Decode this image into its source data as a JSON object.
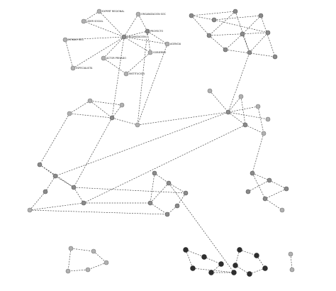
{
  "graph": {
    "nodes": [
      {
        "id": "n1",
        "label": "EXPERT REGIONAL",
        "shade": "light"
      },
      {
        "id": "n2",
        "label": "ORGANIZACION SOC",
        "shade": "light"
      },
      {
        "id": "n3",
        "label": "LIDER SOCIAL",
        "shade": "light"
      },
      {
        "id": "n4",
        "label": "ORGANIZACION",
        "shade": "mid"
      },
      {
        "id": "n5",
        "label": "PROYECTO",
        "shade": "mid"
      },
      {
        "id": "n6",
        "label": "ESTADO REG",
        "shade": "light"
      },
      {
        "id": "n7",
        "label": "GOBIERNO",
        "shade": "light"
      },
      {
        "id": "n8",
        "label": "ESPECIALISTA",
        "shade": "light"
      },
      {
        "id": "n9",
        "label": "ACTOR PRIVADO",
        "shade": "light"
      },
      {
        "id": "n10",
        "label": "INSTITUCION",
        "shade": "light"
      },
      {
        "id": "n11",
        "label": "AGENCIA",
        "shade": "light"
      },
      {
        "id": "n12",
        "label": "",
        "shade": "mid"
      },
      {
        "id": "n13",
        "label": "",
        "shade": "mid"
      },
      {
        "id": "n14",
        "label": "",
        "shade": "mid"
      },
      {
        "id": "n15",
        "label": "",
        "shade": "mid"
      },
      {
        "id": "n16",
        "label": "",
        "shade": "mid"
      },
      {
        "id": "n17",
        "label": "",
        "shade": "mid"
      },
      {
        "id": "n18",
        "label": "",
        "shade": "mid"
      },
      {
        "id": "n19",
        "label": "",
        "shade": "mid"
      },
      {
        "id": "n20",
        "label": "",
        "shade": "mid"
      },
      {
        "id": "n21",
        "label": "",
        "shade": "mid"
      },
      {
        "id": "n22",
        "label": "",
        "shade": "light"
      },
      {
        "id": "n23",
        "label": "",
        "shade": "light"
      },
      {
        "id": "n24",
        "label": "",
        "shade": "light"
      },
      {
        "id": "n25",
        "label": "",
        "shade": "mid"
      },
      {
        "id": "n26",
        "label": "",
        "shade": "light"
      },
      {
        "id": "n27",
        "label": "",
        "shade": "light"
      },
      {
        "id": "n28",
        "label": "",
        "shade": "light"
      },
      {
        "id": "n29",
        "label": "",
        "shade": "light"
      },
      {
        "id": "n30",
        "label": "",
        "shade": "mid"
      },
      {
        "id": "n31",
        "label": "",
        "shade": "light"
      },
      {
        "id": "n32",
        "label": "",
        "shade": "mid"
      },
      {
        "id": "n33",
        "label": "",
        "shade": "light"
      },
      {
        "id": "n34",
        "label": "",
        "shade": "mid"
      },
      {
        "id": "n35",
        "label": "",
        "shade": "mid"
      },
      {
        "id": "n36",
        "label": "",
        "shade": "mid"
      },
      {
        "id": "n37",
        "label": "",
        "shade": "mid"
      },
      {
        "id": "n38",
        "label": "",
        "shade": "mid"
      },
      {
        "id": "n39",
        "label": "",
        "shade": "light"
      },
      {
        "id": "n40",
        "label": "",
        "shade": "mid"
      },
      {
        "id": "n41",
        "label": "",
        "shade": "mid"
      },
      {
        "id": "n42",
        "label": "",
        "shade": "mid"
      },
      {
        "id": "n43",
        "label": "",
        "shade": "mid"
      },
      {
        "id": "n44",
        "label": "",
        "shade": "mid"
      },
      {
        "id": "n45",
        "label": "",
        "shade": "mid"
      },
      {
        "id": "n46",
        "label": "",
        "shade": "mid"
      },
      {
        "id": "n47",
        "label": "",
        "shade": "mid"
      },
      {
        "id": "n48",
        "label": "",
        "shade": "mid"
      },
      {
        "id": "n49",
        "label": "",
        "shade": "mid"
      },
      {
        "id": "n50",
        "label": "",
        "shade": "light"
      },
      {
        "id": "n51",
        "label": "",
        "shade": "mid"
      },
      {
        "id": "n52",
        "label": "",
        "shade": "light"
      },
      {
        "id": "n53",
        "label": "",
        "shade": "light"
      },
      {
        "id": "n54",
        "label": "",
        "shade": "light"
      },
      {
        "id": "n55",
        "label": "",
        "shade": "light"
      },
      {
        "id": "n56",
        "label": "",
        "shade": "light"
      },
      {
        "id": "n57",
        "label": "",
        "shade": "dark"
      },
      {
        "id": "n58",
        "label": "",
        "shade": "dark"
      },
      {
        "id": "n59",
        "label": "",
        "shade": "dark"
      },
      {
        "id": "n60",
        "label": "",
        "shade": "dark"
      },
      {
        "id": "n61",
        "label": "",
        "shade": "dark"
      },
      {
        "id": "n62",
        "label": "",
        "shade": "dark"
      },
      {
        "id": "n63",
        "label": "",
        "shade": "dark"
      },
      {
        "id": "n64",
        "label": "",
        "shade": "dark"
      },
      {
        "id": "n65",
        "label": "",
        "shade": "dark"
      },
      {
        "id": "n66",
        "label": "",
        "shade": "dark"
      },
      {
        "id": "n67",
        "label": "",
        "shade": "dark"
      },
      {
        "id": "n68",
        "label": "",
        "shade": "light"
      },
      {
        "id": "n69",
        "label": "",
        "shade": "light"
      }
    ],
    "edges": [
      [
        "n1",
        "n4"
      ],
      [
        "n2",
        "n4"
      ],
      [
        "n3",
        "n4"
      ],
      [
        "n4",
        "n5"
      ],
      [
        "n4",
        "n6"
      ],
      [
        "n4",
        "n7"
      ],
      [
        "n4",
        "n8"
      ],
      [
        "n5",
        "n7"
      ],
      [
        "n6",
        "n8"
      ],
      [
        "n4",
        "n9"
      ],
      [
        "n9",
        "n10"
      ],
      [
        "n4",
        "n11"
      ],
      [
        "n5",
        "n11"
      ],
      [
        "n1",
        "n3"
      ],
      [
        "n2",
        "n5"
      ],
      [
        "n7",
        "n10"
      ],
      [
        "n12",
        "n13"
      ],
      [
        "n12",
        "n14"
      ],
      [
        "n13",
        "n15"
      ],
      [
        "n14",
        "n16"
      ],
      [
        "n15",
        "n17"
      ],
      [
        "n16",
        "n18"
      ],
      [
        "n17",
        "n19"
      ],
      [
        "n18",
        "n20"
      ],
      [
        "n19",
        "n21"
      ],
      [
        "n12",
        "n16"
      ],
      [
        "n13",
        "n18"
      ],
      [
        "n14",
        "n20"
      ],
      [
        "n15",
        "n21"
      ],
      [
        "n17",
        "n20"
      ],
      [
        "n16",
        "n19"
      ],
      [
        "n22",
        "n23"
      ],
      [
        "n22",
        "n25"
      ],
      [
        "n23",
        "n25"
      ],
      [
        "n24",
        "n25"
      ],
      [
        "n25",
        "n26"
      ],
      [
        "n22",
        "n24"
      ],
      [
        "n4",
        "n25"
      ],
      [
        "n5",
        "n26"
      ],
      [
        "n11",
        "n26"
      ],
      [
        "n27",
        "n30"
      ],
      [
        "n28",
        "n30"
      ],
      [
        "n29",
        "n30"
      ],
      [
        "n30",
        "n31"
      ],
      [
        "n30",
        "n32"
      ],
      [
        "n32",
        "n33"
      ],
      [
        "n28",
        "n32"
      ],
      [
        "n29",
        "n33"
      ],
      [
        "n34",
        "n35"
      ],
      [
        "n35",
        "n36"
      ],
      [
        "n35",
        "n37"
      ],
      [
        "n36",
        "n38"
      ],
      [
        "n37",
        "n39"
      ],
      [
        "n34",
        "n36"
      ],
      [
        "n38",
        "n39"
      ],
      [
        "n40",
        "n41"
      ],
      [
        "n41",
        "n42"
      ],
      [
        "n42",
        "n43"
      ],
      [
        "n41",
        "n44"
      ],
      [
        "n43",
        "n45"
      ],
      [
        "n40",
        "n44"
      ],
      [
        "n44",
        "n45"
      ],
      [
        "n46",
        "n47"
      ],
      [
        "n47",
        "n48"
      ],
      [
        "n48",
        "n49"
      ],
      [
        "n46",
        "n49"
      ],
      [
        "n49",
        "n50"
      ],
      [
        "n47",
        "n51"
      ],
      [
        "n52",
        "n53"
      ],
      [
        "n53",
        "n54"
      ],
      [
        "n54",
        "n55"
      ],
      [
        "n52",
        "n56"
      ],
      [
        "n55",
        "n56"
      ],
      [
        "n57",
        "n58"
      ],
      [
        "n58",
        "n59"
      ],
      [
        "n59",
        "n60"
      ],
      [
        "n57",
        "n61"
      ],
      [
        "n60",
        "n62"
      ],
      [
        "n61",
        "n62"
      ],
      [
        "n63",
        "n64"
      ],
      [
        "n64",
        "n65"
      ],
      [
        "n65",
        "n66"
      ],
      [
        "n66",
        "n67"
      ],
      [
        "n63",
        "n67"
      ],
      [
        "n68",
        "n69"
      ],
      [
        "n24",
        "n34"
      ],
      [
        "n30",
        "n35"
      ],
      [
        "n32",
        "n38"
      ],
      [
        "n36",
        "n42"
      ],
      [
        "n38",
        "n44"
      ],
      [
        "n39",
        "n45"
      ],
      [
        "n41",
        "n62"
      ],
      [
        "n30",
        "n20"
      ],
      [
        "n33",
        "n46"
      ],
      [
        "n25",
        "n36"
      ],
      [
        "n26",
        "n30"
      ]
    ]
  }
}
